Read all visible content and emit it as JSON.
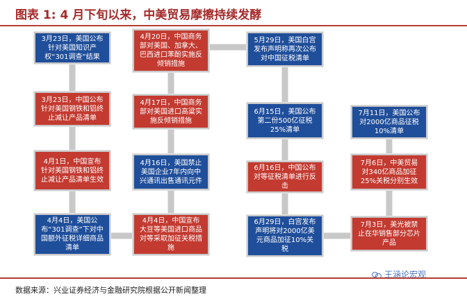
{
  "header": {
    "title": "图表 1:  4 月下旬以来，中美贸易摩擦持续发酵"
  },
  "timeline": {
    "events": [
      {
        "text": "3月23日，美国公布针对美国知识产权“301调查”结果",
        "side": "us"
      },
      {
        "text": "3月23日，中国公布针对美国钢铁和铝终止减让产品清单",
        "side": "china"
      },
      {
        "text": "4月1日，中国宣布针对美国钢铁和铝终止减让产品清单生效",
        "side": "china"
      },
      {
        "text": "4月4日，美国公布“301调查”下对中国额外征税详细商品清单",
        "side": "us"
      },
      {
        "text": "4月4日，中国宣布大豆等美国进口商品对等采取加征关税措施",
        "side": "china"
      },
      {
        "text": "4月16日，美国禁止美国企业7年内向中兴通讯出售通讯元件",
        "side": "us"
      },
      {
        "text": "4月17日，中国商务部对美国进口高粱实施反倾销措施",
        "side": "china"
      },
      {
        "text": "4月20日，中国商务部对美国、加拿大、巴西进口苯酚实施反倾销措施",
        "side": "china"
      },
      {
        "text": "5月29日，美国白宫发布声明称再次公布对中国征税清单",
        "side": "us"
      },
      {
        "text": "6月15日，美国公布第二份500亿征税25%清单",
        "side": "us"
      },
      {
        "text": "6月16日，中国公布对等征税清单进行反击",
        "side": "china"
      },
      {
        "text": "6月29日，白宫发布声明将对2000亿美元商品加征10%关税",
        "side": "us"
      },
      {
        "text": "7月3日，美光被禁止在华销售部分芯片产品",
        "side": "china"
      },
      {
        "text": "7月6日，中美贸易对340亿商品加征25%关税分别生效",
        "side": "china"
      },
      {
        "text": "7月11日，美国公布对2000亿商品征税10%清单",
        "side": "us"
      }
    ]
  },
  "colors": {
    "us": "#1f4e9a",
    "china": "#c33a30",
    "connector": "#c8c8c8",
    "accent": "#a52a2a"
  },
  "footer": {
    "source": "数据来源：兴业证券经济与金融研究院根据公开新闻整理",
    "watermark": "王涵论宏观",
    "watermark_icon": "wechat-icon"
  }
}
